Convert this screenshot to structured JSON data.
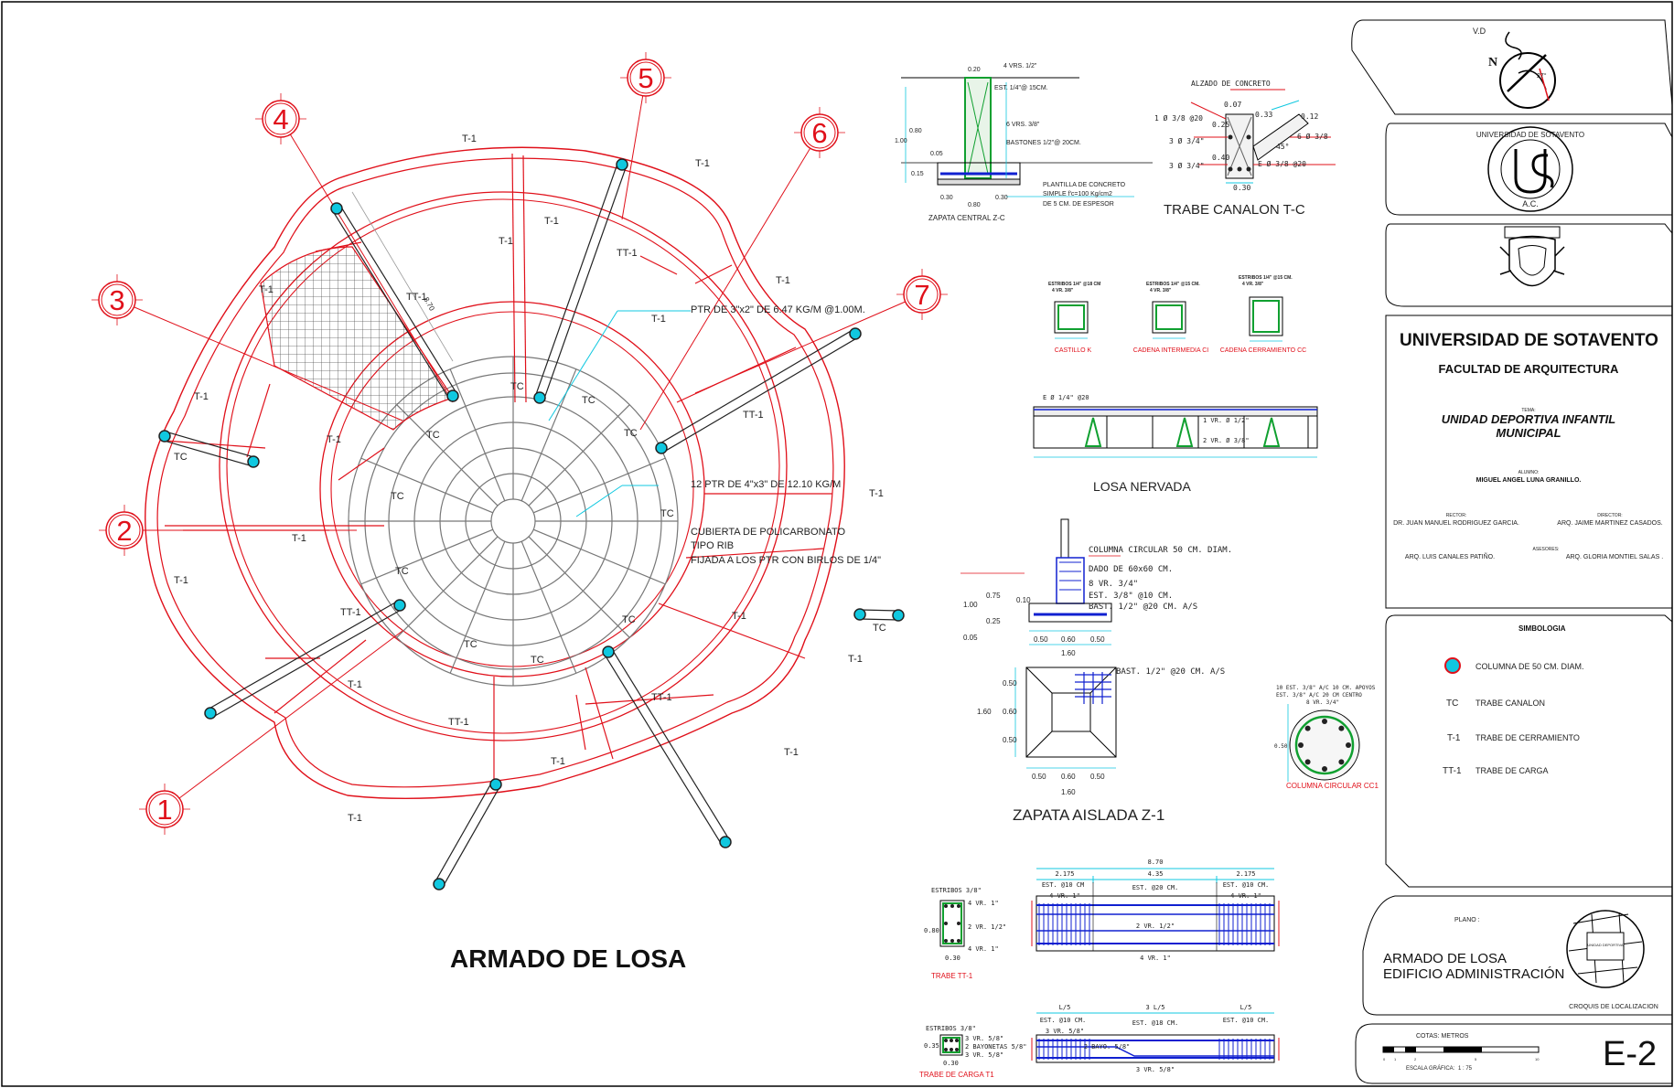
{
  "plan": {
    "main_title": "ARMADO DE LOSA",
    "axes": [
      "1",
      "2",
      "3",
      "4",
      "5",
      "6",
      "7"
    ],
    "labels": {
      "t1": "T-1",
      "tt1": "TT-1",
      "tc": "TC",
      "dim": "8.70"
    },
    "notes": {
      "ptr1": "PTR DE 3\"x2\" DE 6.47 KG/M @1.00M.",
      "ptr2": "12 PTR DE 4\"x3\" DE 12.10 KG/M",
      "cover1": "CUBIERTA DE POLICARBONATO",
      "cover2": "TIPO RIB",
      "cover3": "FIJADA A LOS PTR CON BIRLOS DE 1/4\""
    }
  },
  "details": {
    "zapata_central": {
      "title": "ZAPATA CENTRAL Z-C",
      "n1": "4 VRS. 1/2\"",
      "n2": "EST. 1/4\"@ 15CM.",
      "n3": "6 VRS. 3/8\"",
      "n4": "BASTONES 1/2\"@ 20CM.",
      "n5": "PLANTILLA DE CONCRETO",
      "n6": "SIMPLE f'c=100 Kg/cm2",
      "n7": "DE 5 CM. DE ESPESOR",
      "d1": "0.20",
      "d2": "0.80",
      "d3": "1.00",
      "d4": "0.05",
      "d5": "0.15",
      "d6": "0.30",
      "d7": "0.80",
      "d8": "0.30"
    },
    "trabe_canalon": {
      "title": "TRABE  CANALON  T-C",
      "n1": "ALZADO DE CONCRETO",
      "n2": "1 Ø 3/8 @20",
      "n3": "3 Ø 3/4\"",
      "n4": "3 Ø 3/4\"",
      "n5": "6 Ø 3/8",
      "n6": "E Ø 3/8 @20",
      "d1": "0.07",
      "d2": "0.33",
      "d3": "0.12",
      "d4": "0.25",
      "d5": "0.40",
      "d6": "0.30",
      "d7": "45°"
    },
    "small_sections": [
      {
        "label": "CASTILLO K",
        "n1": "ESTRIBOS 1/4\" @18 CM",
        "n2": "4 VR. 3/8\""
      },
      {
        "label": "CADENA INTERMEDIA CI",
        "n1": "ESTRIBOS 1/4\" @15 CM.",
        "n2": "4 VR. 3/8\""
      },
      {
        "label": "CADENA CERRAMIENTO CC",
        "n1": "ESTRIBOS 1/4\" @15 CM.",
        "n2": "4 VR. 3/8\""
      }
    ],
    "losa_nervada": {
      "title": "LOSA NERVADA",
      "n1": "E Ø 1/4\" @20",
      "n2": "1 VR. Ø 1/2\"",
      "n3": "2 VR. Ø 3/8\""
    },
    "columna_dado": {
      "n1": "COLUMNA CIRCULAR 50 CM. DIAM.",
      "n2": "DADO DE 60x60 CM.",
      "n3": "8 VR. 3/4\"",
      "n4": "EST. 3/8\" @10 CM.",
      "n5": "BAST. 1/2\" @20 CM. A/S",
      "d1": "0.75",
      "d2": "0.10",
      "d3": "1.00",
      "d4": "0.25",
      "d5": "0.05",
      "d6": "0.50",
      "d7": "0.60",
      "d8": "0.50",
      "d9": "1.60"
    },
    "zapata_aislada": {
      "title": "ZAPATA  AISLADA  Z-1",
      "n1": "BAST. 1/2\" @20 CM. A/S",
      "d1": "0.50",
      "d2": "0.60",
      "d3": "0.50",
      "d4": "1.60",
      "d5": "0.50",
      "d6": "0.60",
      "d7": "0.50",
      "d8": "1.60"
    },
    "columna_circular": {
      "label": "COLUMNA CIRCULAR CC1",
      "n1": "10 EST. 3/8\" A/C 10 CM. APOYOS",
      "n2": "EST. 3/8\" A/C 20 CM  CENTRO",
      "n3": "8 VR. 3/4\"",
      "d1": "0.50"
    },
    "trabe_tt1": {
      "label": "TRABE TT-1",
      "stirrups": "ESTRIBOS 3/8\"",
      "r1": "4 VR. 1\"",
      "r2": "2 VR. 1/2\"",
      "r3": "4 VR. 1\"",
      "h": "0.80",
      "w": "0.30",
      "span": "8.70",
      "s1": "2.175",
      "s2": "4.35",
      "s3": "2.175",
      "e1": "EST. @10 CM",
      "e2": "EST. @20 CM.",
      "e3": "EST. @10 CM.",
      "top1": "4 VR. 1\"",
      "top2": "4 VR. 1\"",
      "mid": "2 VR. 1/2\"",
      "bot": "4 VR. 1\""
    },
    "trabe_t1": {
      "label": "TRABE DE CARGA T1",
      "stirrups": "ESTRIBOS 3/8\"",
      "r1": "3 VR. 5/8\"",
      "r2": "2 BAYONETAS 5/8\"",
      "r3": "3 VR. 5/8\"",
      "h": "0.35",
      "w": "0.30",
      "s1": "L/5",
      "s2": "3 L/5",
      "s3": "L/5",
      "e1": "EST. @10 CM.",
      "e2": "EST. @18 CM.",
      "e3": "EST. @10 CM.",
      "top": "3 VR. 5/8\"",
      "mid": "2 BAYO. 5/8\"",
      "bot": "3 VR. 5/8\""
    }
  },
  "titleblock": {
    "vd": "V.D",
    "north": "N",
    "angle": "27°",
    "university": "UNIVERSIDAD DE SOTAVENTO",
    "seal_text": "UNIVERSIDAD DE SOTAVENTO",
    "seal_ac": "A.C.",
    "faculty": "FACULTAD DE ARQUITECTURA",
    "tema_label": "TEMA:",
    "tema": "UNIDAD DEPORTIVA INFANTIL",
    "tema2": "MUNICIPAL",
    "alumno_label": "ALUMNO:",
    "alumno": "MIGUEL ANGEL LUNA GRANILLO.",
    "rector_label": "RECTOR:",
    "rector": "DR. JUAN MANUEL RODRIGUEZ GARCIA.",
    "director_label": "DIRECTOR:",
    "director": "ARQ. JAIME MARTINEZ CASADOS.",
    "asesores_label": "ASESORES:",
    "asesor1": "ARQ. LUIS CANALES PATIÑO.",
    "asesor2": "ARQ. GLORIA MONTIEL SALAS .",
    "simbologia": "SIMBOLOGIA",
    "legend": [
      {
        "sym": "",
        "text": "COLUMNA DE 50 CM. DIAM."
      },
      {
        "sym": "TC",
        "text": "TRABE CANALON"
      },
      {
        "sym": "T-1",
        "text": "TRABE DE CERRAMIENTO"
      },
      {
        "sym": "TT-1",
        "text": "TRABE DE CARGA"
      }
    ],
    "plano_label": "PLANO :",
    "plano1": "ARMADO DE LOSA",
    "plano2": "EDIFICIO ADMINISTRACIÓN",
    "croquis": "CROQUIS DE LOCALIZACION",
    "croquis_txt": "UNIDAD DEPORTIVA",
    "cotas": "COTAS: METROS",
    "escala_label": "ESCALA GRÁFICA:",
    "escala": "1 : 75",
    "scale_ticks": [
      "0",
      "1",
      "2",
      "5",
      "10"
    ],
    "sheet_no": "E-2"
  },
  "colors": {
    "red": "#e0101a",
    "green": "#10a030",
    "blue": "#1020d0",
    "cyan": "#10c8e0",
    "gray": "#808080"
  }
}
